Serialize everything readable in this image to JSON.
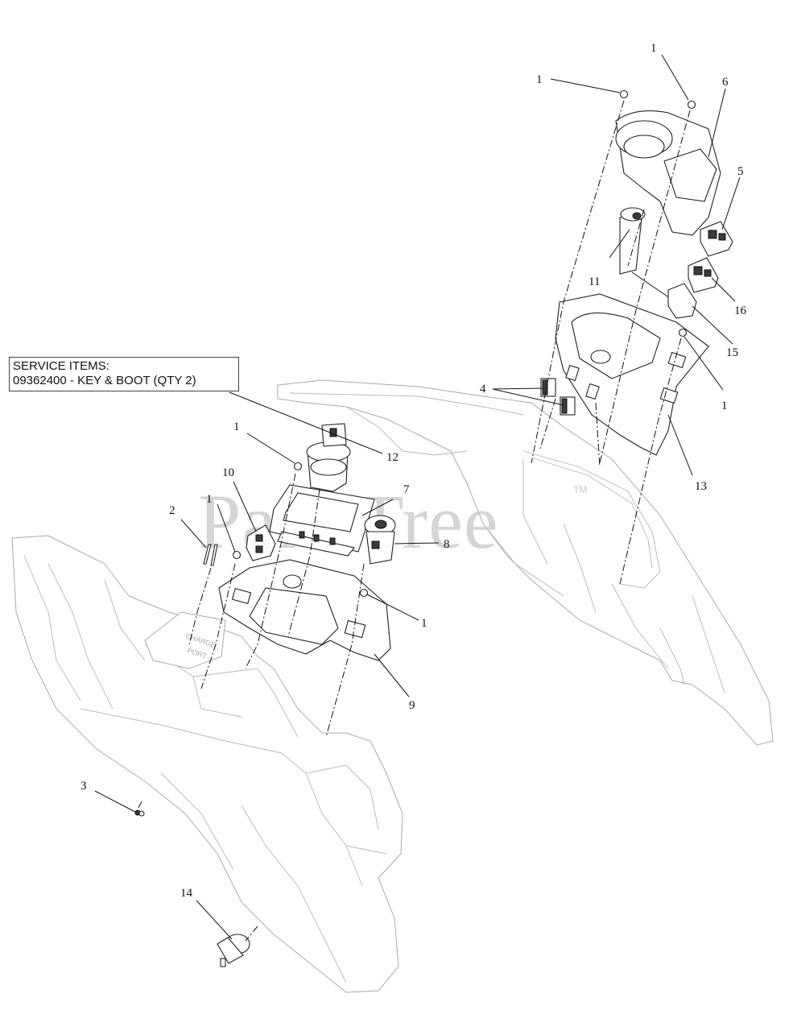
{
  "watermark": "PartsTree",
  "watermark_tm": "TM",
  "service_box": {
    "line1": "SERVICE ITEMS:",
    "line2": "09362400 - KEY & BOOT (QTY 2)"
  },
  "charge_port_label": {
    "line1": "CHARGE",
    "line2": "PORT"
  },
  "callouts": [
    {
      "id": "c1a",
      "text": "1"
    },
    {
      "id": "c1b",
      "text": "1"
    },
    {
      "id": "c1c",
      "text": "1"
    },
    {
      "id": "c1d",
      "text": "1"
    },
    {
      "id": "c1e",
      "text": "1"
    },
    {
      "id": "c1f",
      "text": "1"
    },
    {
      "id": "c2",
      "text": "2"
    },
    {
      "id": "c3",
      "text": "3"
    },
    {
      "id": "c4",
      "text": "4"
    },
    {
      "id": "c5",
      "text": "5"
    },
    {
      "id": "c6",
      "text": "6"
    },
    {
      "id": "c7",
      "text": "7"
    },
    {
      "id": "c8",
      "text": "8"
    },
    {
      "id": "c9",
      "text": "9"
    },
    {
      "id": "c10",
      "text": "10"
    },
    {
      "id": "c11",
      "text": "11"
    },
    {
      "id": "c12",
      "text": "12"
    },
    {
      "id": "c13",
      "text": "13"
    },
    {
      "id": "c14",
      "text": "14"
    },
    {
      "id": "c15",
      "text": "15"
    },
    {
      "id": "c16",
      "text": "16"
    }
  ]
}
